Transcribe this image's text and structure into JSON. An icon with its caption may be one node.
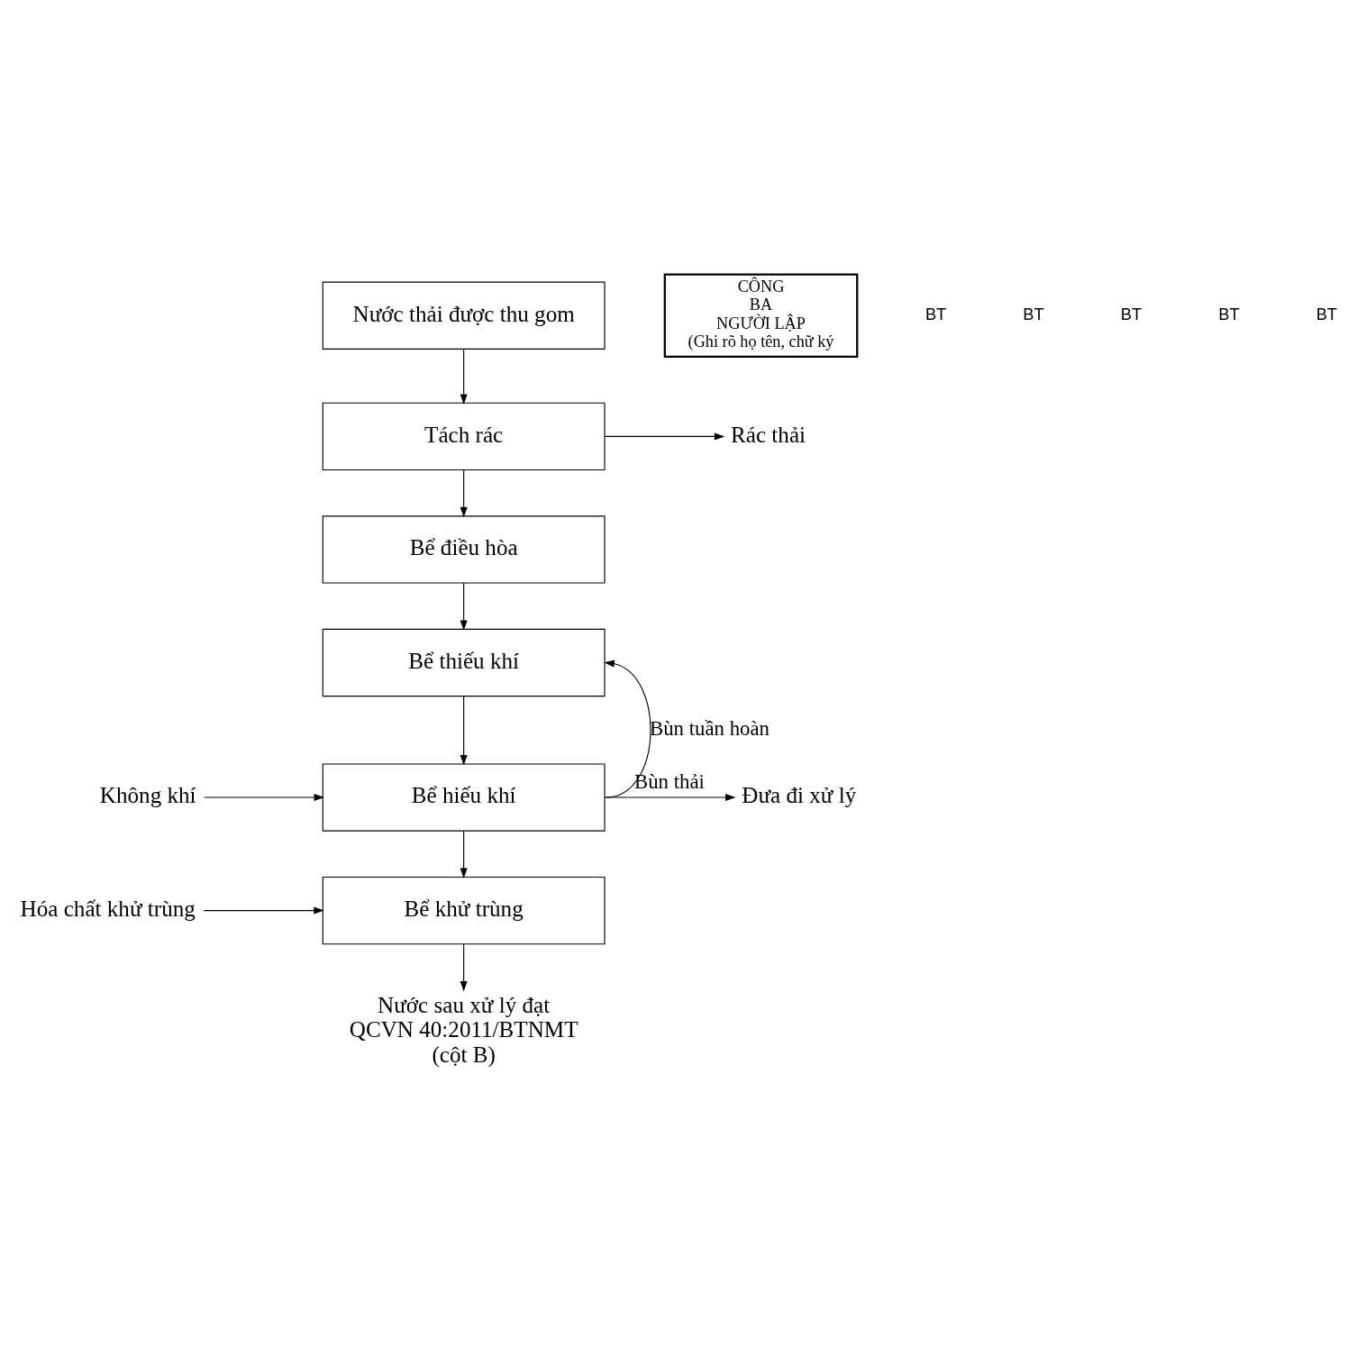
{
  "diagram": {
    "nodes": [
      {
        "text": [
          "Nước thải được thu gom"
        ]
      },
      {
        "text": [
          "Tách rác"
        ]
      },
      {
        "text": [
          "Rác thải"
        ]
      },
      {
        "text": [
          "Bể điều hòa"
        ]
      },
      {
        "text": [
          "Bể thiếu khí"
        ]
      },
      {
        "text": [
          "Không khí"
        ]
      },
      {
        "text": [
          "Bể hiếu khí"
        ]
      },
      {
        "text": [
          "Đưa đi xử lý"
        ]
      },
      {
        "text": [
          "Hóa chất khử trùng"
        ]
      },
      {
        "text": [
          "Bể khử trùng"
        ]
      },
      {
        "text": [
          "Nước sau xử lý đạt QCVN 40:2011/BTNMT (cột B)"
        ]
      },
      {
        "text": [
          "CÔNG",
          "BA",
          "NGƯỜI LẬP",
          "(Ghi rõ họ tên, chữ ký"
        ]
      }
    ],
    "edges": [
      {
        "from": 0,
        "to": 1,
        "arrow": "to"
      },
      {
        "from": 1,
        "to": 2,
        "arrow": "to"
      },
      {
        "from": 1,
        "to": 3,
        "arrow": "to"
      },
      {
        "from": 3,
        "to": 4,
        "arrow": "to"
      },
      {
        "from": 4,
        "to": 6,
        "arrow": "to"
      },
      {
        "from": 5,
        "to": 6,
        "arrow": "to"
      },
      {
        "from": 6,
        "to": 4,
        "arrow": "to",
        "label": "Bùn tuần hoàn"
      },
      {
        "from": 6,
        "to": 7,
        "arrow": "to",
        "label": "Bùn thải"
      },
      {
        "from": 6,
        "to": 9,
        "arrow": "to"
      },
      {
        "from": 8,
        "to": 9,
        "arrow": "to"
      },
      {
        "from": 9,
        "to": 10,
        "arrow": "to"
      }
    ],
    "labels": [
      "BT",
      "BT",
      "BT",
      "BT",
      "BT"
    ]
  }
}
